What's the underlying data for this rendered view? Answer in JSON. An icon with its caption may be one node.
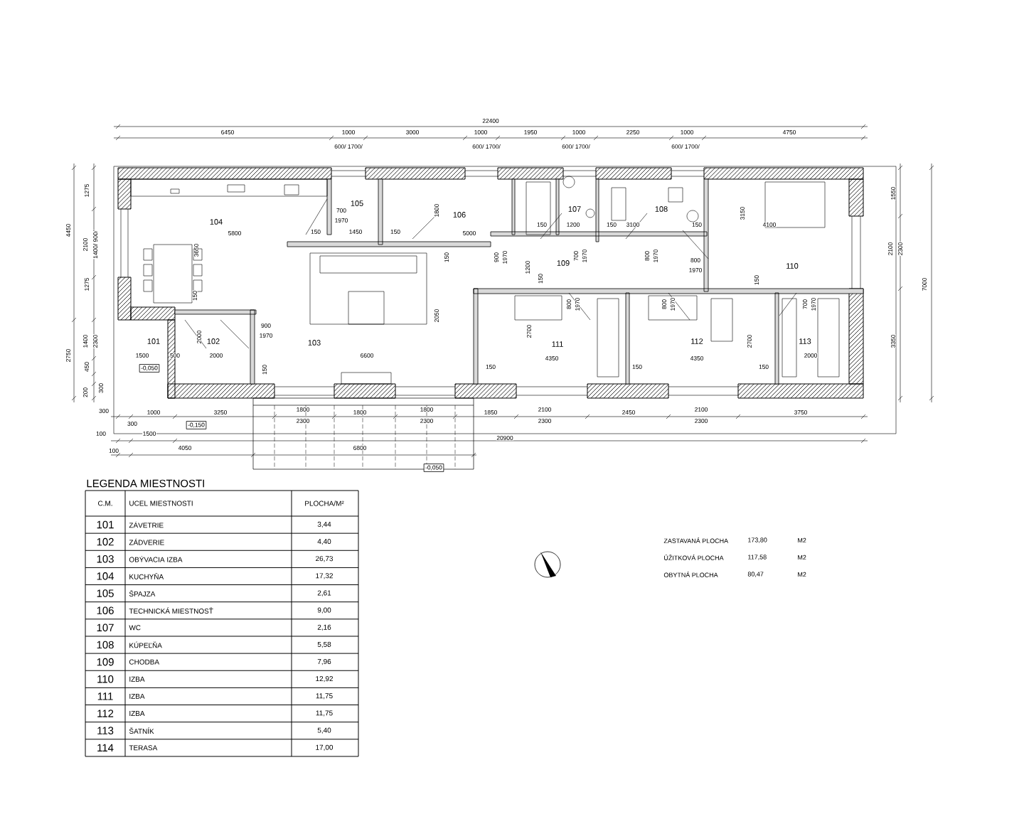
{
  "diagram": {
    "labels": [
      "22400",
      "6450",
      "1000",
      "3000",
      "1000",
      "1950",
      "1000",
      "2250",
      "1000",
      "4750",
      "600/ 1700/",
      "600/ 1700/",
      "600/ 1700/",
      "600/ 1700/",
      "4450",
      "1275",
      "2100",
      "1400/ 900/",
      "1275",
      "2750",
      "1400",
      "2300",
      "450",
      "200",
      "300",
      "1550",
      "2100",
      "2300",
      "3350",
      "7000",
      "104",
      "5800",
      "105",
      "700",
      "1970",
      "150",
      "1450",
      "150",
      "1800",
      "106",
      "5000",
      "107",
      "150",
      "1200",
      "108",
      "150",
      "3100",
      "150",
      "3150",
      "4100",
      "3650",
      "150",
      "900",
      "1970",
      "1200",
      "109",
      "700",
      "1970",
      "800",
      "1970",
      "800",
      "1970",
      "110",
      "150",
      "150",
      "800",
      "1970",
      "800",
      "1970",
      "150",
      "700",
      "1970",
      "2050",
      "101",
      "2000",
      "102",
      "900",
      "1970",
      "103",
      "1500",
      "500",
      "2000",
      "6600",
      "2700",
      "111",
      "4350",
      "112",
      "2700",
      "4350",
      "113",
      "2000",
      "-0,050",
      "150",
      "150",
      "150",
      "150",
      "300",
      "1000",
      "3250",
      "1800",
      "2300",
      "1800",
      "1800",
      "2300",
      "1850",
      "2100",
      "2300",
      "2450",
      "2100",
      "2300",
      "3750",
      "300",
      "-0,150",
      "100",
      "1500",
      "20900",
      "100",
      "4050",
      "6800",
      "-0,050",
      "LEGENDA MIESTNOSTI",
      "C.M.",
      "UCEL MIESTNOSTI",
      "PLOCHA/M²",
      "101",
      "ZÁVETRIE",
      "3,44",
      "102",
      "ZÁDVERIE",
      "4,40",
      "103",
      "OBÝVACIA IZBA",
      "26,73",
      "104",
      "KUCHYŇA",
      "17,32",
      "105",
      "ŠPAJZA",
      "2,61",
      "106",
      "TECHNICKÁ MIESTNOSŤ",
      "9,00",
      "107",
      "WC",
      "2,16",
      "108",
      "KÚPEĽŇA",
      "5,58",
      "109",
      "CHODBA",
      "7,96",
      "110",
      "IZBA",
      "12,92",
      "111",
      "IZBA",
      "11,75",
      "112",
      "IZBA",
      "11,75",
      "113",
      "ŠATNÍK",
      "5,40",
      "114",
      "TERASA",
      "17,00",
      "ZASTAVANÁ PLOCHA",
      "173,80",
      "M2",
      "ÚŽITKOVÁ PLOCHA",
      "117,58",
      "M2",
      "OBYTNÁ PLOCHA",
      "80,47",
      "M2"
    ]
  }
}
